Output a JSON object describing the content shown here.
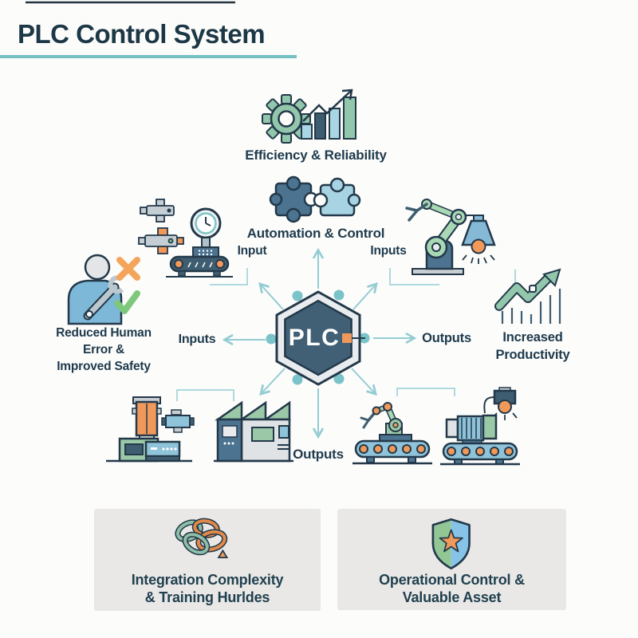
{
  "title": "PLC Control System",
  "center": {
    "label": "PLC"
  },
  "labels": {
    "efficiency": "Efficiency & Reliability",
    "automation": "Automation & Control",
    "input_top_left": "Input",
    "inputs_top_right": "Inputs",
    "inputs_left": "Inputs",
    "outputs_right": "Outputs",
    "outputs_bottom": "Outputs",
    "human_safety": "Reduced Human\nError &\nImproved Safety",
    "productivity": "Increased\nProductivity"
  },
  "callouts": {
    "challenge": {
      "line1": "Integration Complexity",
      "line2": "& Training Hurldes"
    },
    "benefit": {
      "line1": "Operational Control &",
      "line2": "Valuable Asset"
    }
  },
  "icons": [
    "gear-icon",
    "bar-chart-icon",
    "puzzle-icon",
    "sensor-parts-icon",
    "scale-conveyor-icon",
    "worker-wrench-icon",
    "cross-icon",
    "check-icon",
    "robot-arm-lamp-icon",
    "growth-arrow-icon",
    "tank-machine-icon",
    "factory-icon",
    "robot-conveyor-icon",
    "motor-lamp-conveyor-icon",
    "tangled-knot-icon",
    "shield-star-icon"
  ],
  "colors": {
    "text": "#1e3a4c",
    "accent_teal": "#74c0c2",
    "connector": "#93ccd2",
    "dot": "#79c3c9",
    "green": "#93c7ab",
    "light_blue": "#a9d6e5",
    "slate_blue": "#4c7390",
    "dark_slate": "#3f5d70",
    "orange": "#f0995a",
    "box_bg": "#e9e8e6",
    "hex_inner": "#416076",
    "outline": "#23394a"
  }
}
